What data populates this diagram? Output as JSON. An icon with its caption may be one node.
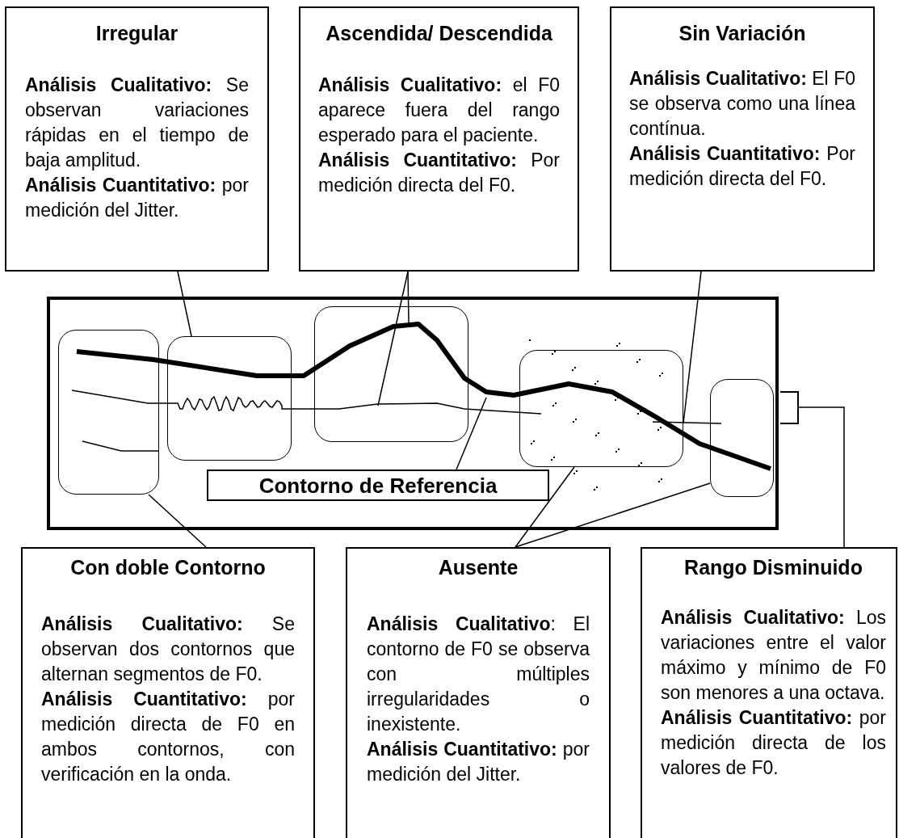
{
  "diagram": {
    "nodes": [
      {
        "text": [
          "Irregular",
          "**Análisis Cualitativo:** Se observan variaciones rápidas en el tiempo de baja amplitud.",
          "**Análisis Cuantitativo:** por medición del Jitter."
        ]
      },
      {
        "text": [
          "Ascendida/ Descendida",
          "**Análisis Cualitativo:** el F0 aparece fuera del rango esperado para el paciente.",
          "**Análisis Cuantitativo:** Por medición directa del F0."
        ]
      },
      {
        "text": [
          "Sin Variación",
          "**Análisis Cualitativo:** El F0 se observa como una línea contínua.",
          "**Análisis Cuantitativo:** Por medición directa del F0."
        ]
      },
      {
        "text": [],
        "shape": "box"
      },
      {
        "text": [],
        "shape": "box",
        "in": 3
      },
      {
        "text": [],
        "shape": "box",
        "in": 3
      },
      {
        "text": [],
        "shape": "box",
        "in": 3
      },
      {
        "text": [],
        "shape": "box",
        "in": 3
      },
      {
        "text": [],
        "shape": "box",
        "in": 3
      },
      {
        "text": [
          "Contorno de Referencia"
        ],
        "in": 3
      },
      {
        "text": [
          "Con doble Contorno",
          "**Análisis Cualitativo:** Se observan dos contornos que alternan segmentos de F0.",
          "**Análisis Cuantitativo:** por medición directa de F0 en ambos contornos, con verificación en la onda."
        ]
      },
      {
        "text": [
          "Ausente",
          "**Análisis Cualitativo**: El contorno de F0 se observa con múltiples irregularidades o inexistente.",
          "**Análisis Cuantitativo:** por medición del Jitter."
        ]
      },
      {
        "text": [
          "Rango Disminuido",
          "**Análisis Cualitativo:** Los variaciones entre el valor máximo y mínimo de F0 son menores a una octava.",
          "**Análisis Cuantitativo:** por medición directa de los valores de F0."
        ]
      }
    ],
    "edges": [
      {
        "from": 0,
        "to": 5,
        "arrow": "none"
      },
      {
        "from": 1,
        "to": 6,
        "arrow": "none"
      },
      {
        "from": 1,
        "to": 6,
        "arrow": "none"
      },
      {
        "from": 2,
        "to": 7,
        "arrow": "none"
      },
      {
        "from": 9,
        "to": null,
        "arrow": "none"
      },
      {
        "from": 4,
        "to": 10,
        "arrow": "none"
      },
      {
        "from": 11,
        "to": 7,
        "arrow": "none"
      },
      {
        "from": 11,
        "to": 8,
        "arrow": "none"
      },
      {
        "from": 12,
        "to": 8,
        "arrow": "none"
      }
    ]
  }
}
